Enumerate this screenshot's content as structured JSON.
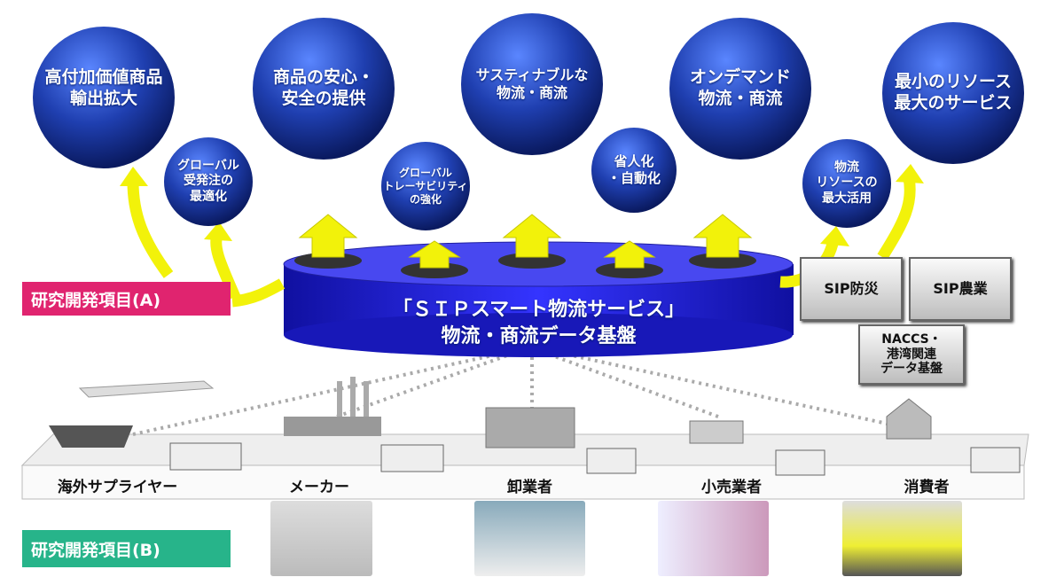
{
  "goals": [
    {
      "label": "高付加価値商品\n輸出拡大"
    },
    {
      "label": "商品の安心・\n安全の提供"
    },
    {
      "label": "サスティナブルな\n物流・商流"
    },
    {
      "label": "オンデマンド\n物流・商流"
    },
    {
      "label": "最小のリソース\n最大のサービス"
    }
  ],
  "sub_goals": [
    {
      "label": "グローバル\n受発注の\n最適化"
    },
    {
      "label": "グローバル\nトレーサビリティ\nの強化"
    },
    {
      "label": "省人化\n・自動化"
    },
    {
      "label": "物流\nリソースの\n最大活用"
    }
  ],
  "platform": {
    "line1": "「ＳＩＰスマート物流サービス」",
    "line2": "物流・商流データ基盤"
  },
  "rd_items": {
    "a": "研究開発項目(A)",
    "b": "研究開発項目(B)"
  },
  "external": {
    "sip_bousai": "SIP防災",
    "sip_nougyou": "SIP農業",
    "naccs": "NACCS・\n港湾関連\nデータ基盤"
  },
  "actors": [
    "海外サプライヤー",
    "メーカー",
    "卸業者",
    "小売業者",
    "消費者"
  ],
  "colors": {
    "sphere": "#1f3fb0",
    "arrow": "#f2f20a",
    "tag_a": "#e0246f",
    "tag_b": "#27b48a",
    "cylinder": "#2323d6"
  }
}
